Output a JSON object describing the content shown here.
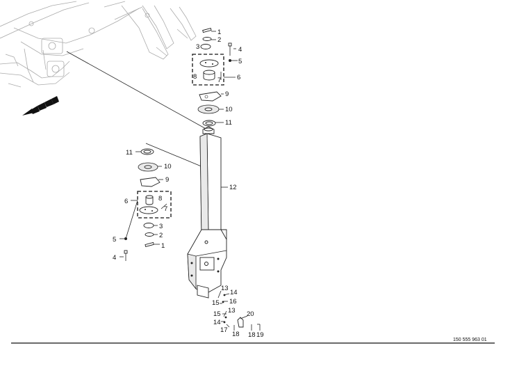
{
  "drawing_code": "150 555 963 01",
  "callouts": [
    {
      "id": "t1",
      "text": "1"
    },
    {
      "id": "t2",
      "text": "2"
    },
    {
      "id": "t3",
      "text": "3"
    },
    {
      "id": "t4",
      "text": "4"
    },
    {
      "id": "t5",
      "text": "5"
    },
    {
      "id": "t6",
      "text": "6"
    },
    {
      "id": "t7",
      "text": "7"
    },
    {
      "id": "t8",
      "text": "8"
    },
    {
      "id": "t9",
      "text": "9"
    },
    {
      "id": "t10",
      "text": "10"
    },
    {
      "id": "t11",
      "text": "11"
    },
    {
      "id": "b11",
      "text": "11"
    },
    {
      "id": "b10",
      "text": "10"
    },
    {
      "id": "b9",
      "text": "9"
    },
    {
      "id": "b6",
      "text": "6"
    },
    {
      "id": "b8",
      "text": "8"
    },
    {
      "id": "b7",
      "text": "7"
    },
    {
      "id": "b3",
      "text": "3"
    },
    {
      "id": "b2",
      "text": "2"
    },
    {
      "id": "b5",
      "text": "5"
    },
    {
      "id": "b1",
      "text": "1"
    },
    {
      "id": "b4",
      "text": "4"
    },
    {
      "id": "p12",
      "text": "12"
    },
    {
      "id": "l13a",
      "text": "13"
    },
    {
      "id": "l14a",
      "text": "14"
    },
    {
      "id": "l15a",
      "text": "15"
    },
    {
      "id": "l16",
      "text": "16"
    },
    {
      "id": "l13b",
      "text": "13"
    },
    {
      "id": "l20",
      "text": "20"
    },
    {
      "id": "l15b",
      "text": "15"
    },
    {
      "id": "l14b",
      "text": "14"
    },
    {
      "id": "l17",
      "text": "17"
    },
    {
      "id": "l18a",
      "text": "18"
    },
    {
      "id": "l18b",
      "text": "18"
    },
    {
      "id": "l19",
      "text": "19"
    }
  ]
}
